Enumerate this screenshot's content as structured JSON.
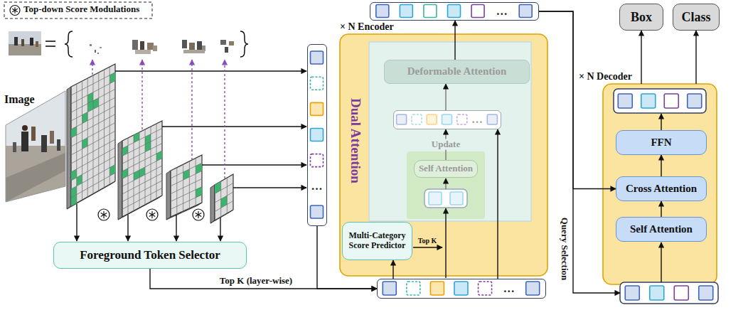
{
  "diagram": {
    "nodes": [
      {
        "text": [
          "…"
        ]
      },
      {
        "text": [
          "Foreground Token Selector"
        ]
      },
      {
        "text": [
          "× N Encoder",
          "Dual Attention"
        ]
      },
      {
        "text": [
          "Deformable Attention"
        ],
        "in": 2
      },
      {
        "text": [
          "…"
        ],
        "in": 2
      },
      {
        "text": [
          "Self Attention"
        ],
        "in": 2
      },
      {
        "text": [
          "Multi-Category Score Predictor"
        ],
        "in": 2
      },
      {
        "text": [
          "…"
        ]
      },
      {
        "text": [
          "…"
        ]
      },
      {
        "text": [
          "× N Decoder"
        ]
      },
      {
        "text": [
          "FFN"
        ],
        "in": 9
      },
      {
        "text": [
          "Cross Attention"
        ],
        "in": 9
      },
      {
        "text": [
          "Self Attention"
        ],
        "in": 9
      },
      {
        "text": [
          "Box"
        ]
      },
      {
        "text": [
          "Class"
        ]
      }
    ],
    "edges": [
      {
        "from": 1,
        "to": 8,
        "arrow": "to",
        "label": "Top K (layer-wise)"
      },
      {
        "from": 0,
        "to": 8,
        "arrow": "to"
      },
      {
        "from": 8,
        "to": 6,
        "arrow": "to"
      },
      {
        "from": 8,
        "to": 4,
        "arrow": "to"
      },
      {
        "from": 5,
        "to": 4,
        "arrow": "to",
        "label": "Update"
      },
      {
        "from": 4,
        "to": 3,
        "arrow": "to"
      },
      {
        "from": 3,
        "to": 7,
        "arrow": "to"
      },
      {
        "from": 7,
        "to": 11,
        "arrow": "to"
      },
      {
        "from": 7,
        "to": 9,
        "arrow": "to",
        "label": "Query Selection"
      },
      {
        "from": 12,
        "to": 11,
        "arrow": "to"
      },
      {
        "from": 11,
        "to": 10,
        "arrow": "to"
      },
      {
        "from": 9,
        "to": 13,
        "arrow": "to"
      },
      {
        "from": 9,
        "to": 14,
        "arrow": "to"
      }
    ],
    "labels": [
      "Image",
      "Top K"
    ],
    "legend": [
      {
        "text": "Top-down Score Modulations"
      }
    ]
  }
}
